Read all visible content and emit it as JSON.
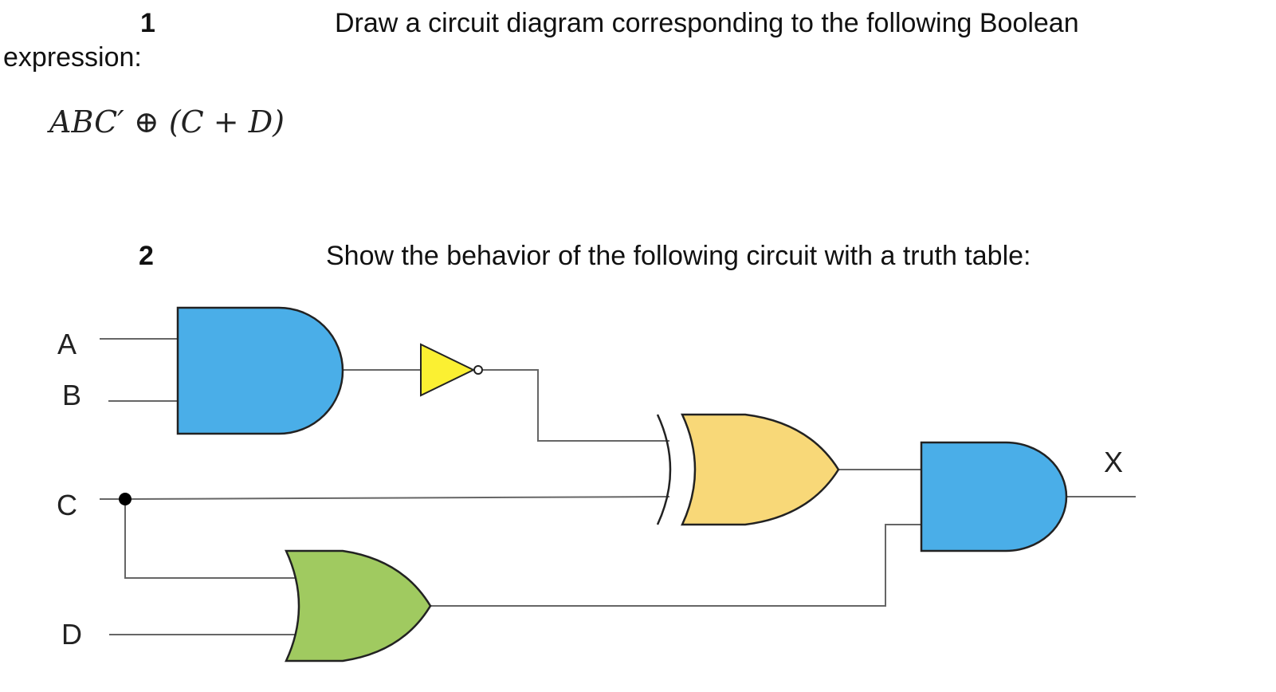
{
  "question1": {
    "number": "1",
    "prompt_line1": "Draw a circuit diagram corresponding to the following Boolean",
    "prompt_line2": "expression:",
    "expression": {
      "term1": "ABC′",
      "xor_symbol": "⊕",
      "term2": "(C + D)"
    }
  },
  "question2": {
    "number": "2",
    "prompt": "Show the behavior of the following circuit with a truth table:"
  },
  "circuit": {
    "inputs": {
      "a": "A",
      "b": "B",
      "c": "C",
      "d": "D"
    },
    "output": "X",
    "colors": {
      "and_gate": "#4aaee8",
      "not_gate": "#fbf032",
      "xor_gate": "#f8d878",
      "or_gate": "#a0ca60",
      "wire": "#666666",
      "gate_outline": "#222222"
    }
  }
}
